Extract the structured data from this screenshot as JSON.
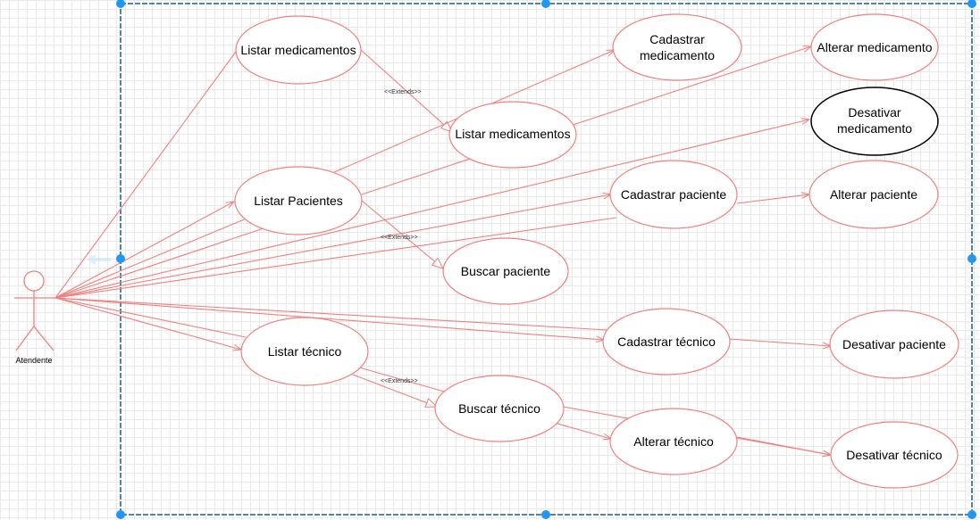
{
  "colors": {
    "line": "#f08080",
    "ellipse_stroke": "#f08080",
    "ellipse_selected_stroke": "#000000",
    "selection_border": "#1a5f8a",
    "handle": "#2196f3",
    "grid": "#e9e9e9"
  },
  "actor": {
    "label": "Atendente"
  },
  "use_cases": [
    {
      "id": "listar-medicamentos-1",
      "lines": [
        "Listar medicamentos"
      ]
    },
    {
      "id": "cadastrar-medicamento",
      "lines": [
        "Cadastrar",
        "medicamento"
      ]
    },
    {
      "id": "alterar-medicamento",
      "lines": [
        "Alterar medicamento"
      ]
    },
    {
      "id": "listar-medicamentos-2",
      "lines": [
        "Listar medicamentos"
      ]
    },
    {
      "id": "desativar-medicamento",
      "lines": [
        "Desativar",
        "medicamento"
      ]
    },
    {
      "id": "listar-pacientes",
      "lines": [
        "Listar Pacientes"
      ]
    },
    {
      "id": "cadastrar-paciente",
      "lines": [
        "Cadastrar paciente"
      ]
    },
    {
      "id": "alterar-paciente",
      "lines": [
        "Alterar paciente"
      ]
    },
    {
      "id": "buscar-paciente",
      "lines": [
        "Buscar paciente"
      ]
    },
    {
      "id": "listar-tecnico",
      "lines": [
        "Listar técnico"
      ]
    },
    {
      "id": "cadastrar-tecnico",
      "lines": [
        "Cadastrar técnico"
      ]
    },
    {
      "id": "desativar-paciente",
      "lines": [
        "Desativar paciente"
      ]
    },
    {
      "id": "buscar-tecnico",
      "lines": [
        "Buscar técnico"
      ]
    },
    {
      "id": "alterar-tecnico",
      "lines": [
        "Alterar técnico"
      ]
    },
    {
      "id": "desativar-tecnico",
      "lines": [
        "Desativar técnico"
      ]
    }
  ],
  "extends_label": "<<Extends>>"
}
